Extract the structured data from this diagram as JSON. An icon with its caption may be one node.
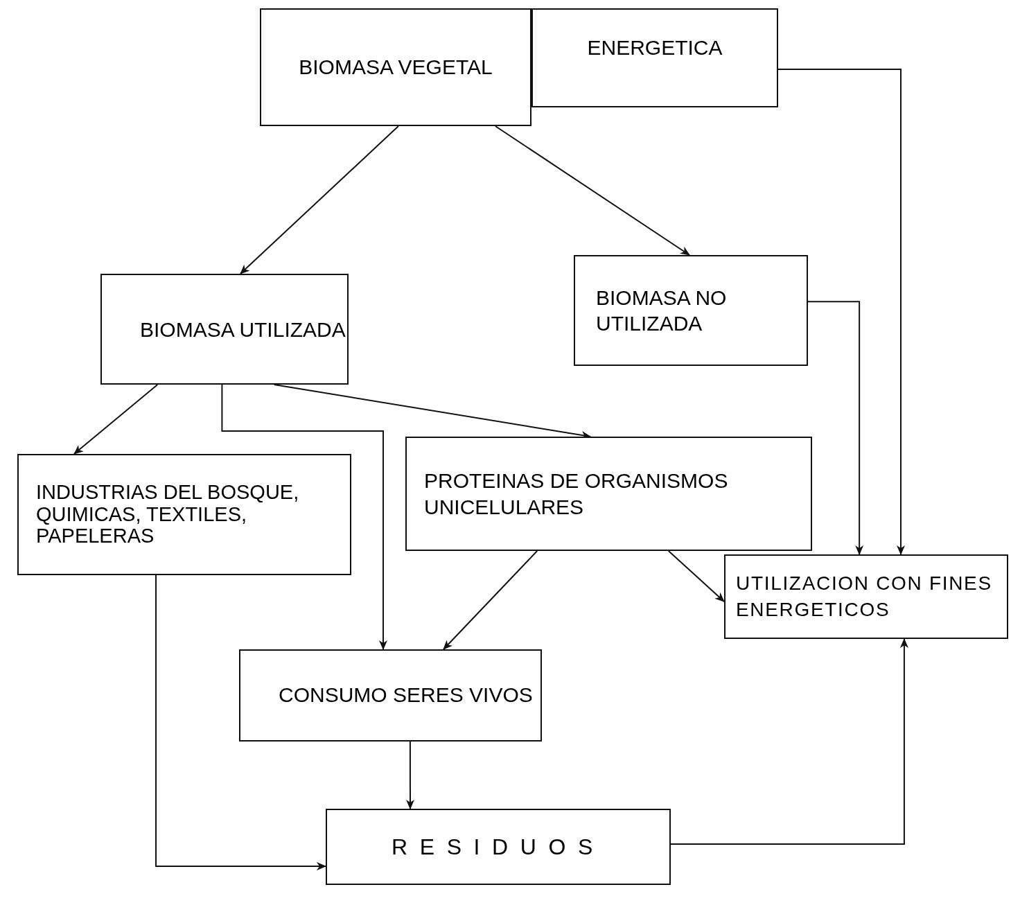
{
  "diagram": {
    "nodes": [
      {
        "text": [
          "BIOMASA VEGETAL"
        ]
      },
      {
        "text": [
          "ENERGETICA"
        ]
      },
      {
        "text": [
          "BIOMASA UTILIZADA"
        ]
      },
      {
        "text": [
          "BIOMASA NO UTILIZADA"
        ]
      },
      {
        "text": [
          "INDUSTRIAS DEL BOSQUE, QUIMICAS, TEXTILES, PAPELERAS"
        ]
      },
      {
        "text": [
          "PROTEINAS DE ORGANISMOS UNICELULARES"
        ]
      },
      {
        "text": [
          "UTILIZACION CON FINES ENERGETICOS"
        ]
      },
      {
        "text": [
          "CONSUMO SERES VIVOS"
        ]
      },
      {
        "text": [
          "RESIDUOS"
        ]
      }
    ],
    "edges": [
      {
        "from": 0,
        "to": 2,
        "arrow": "to"
      },
      {
        "from": 0,
        "to": 3,
        "arrow": "to"
      },
      {
        "from": 1,
        "to": 6,
        "arrow": "to"
      },
      {
        "from": 3,
        "to": 6,
        "arrow": "to"
      },
      {
        "from": 2,
        "to": 4,
        "arrow": "to"
      },
      {
        "from": 2,
        "to": 7,
        "arrow": "to"
      },
      {
        "from": 2,
        "to": 5,
        "arrow": "to"
      },
      {
        "from": 4,
        "to": 8,
        "arrow": "to"
      },
      {
        "from": 5,
        "to": 7,
        "arrow": "to"
      },
      {
        "from": 5,
        "to": 6,
        "arrow": "to"
      },
      {
        "from": 7,
        "to": 8,
        "arrow": "to"
      },
      {
        "from": 8,
        "to": 6,
        "arrow": "to"
      }
    ]
  }
}
